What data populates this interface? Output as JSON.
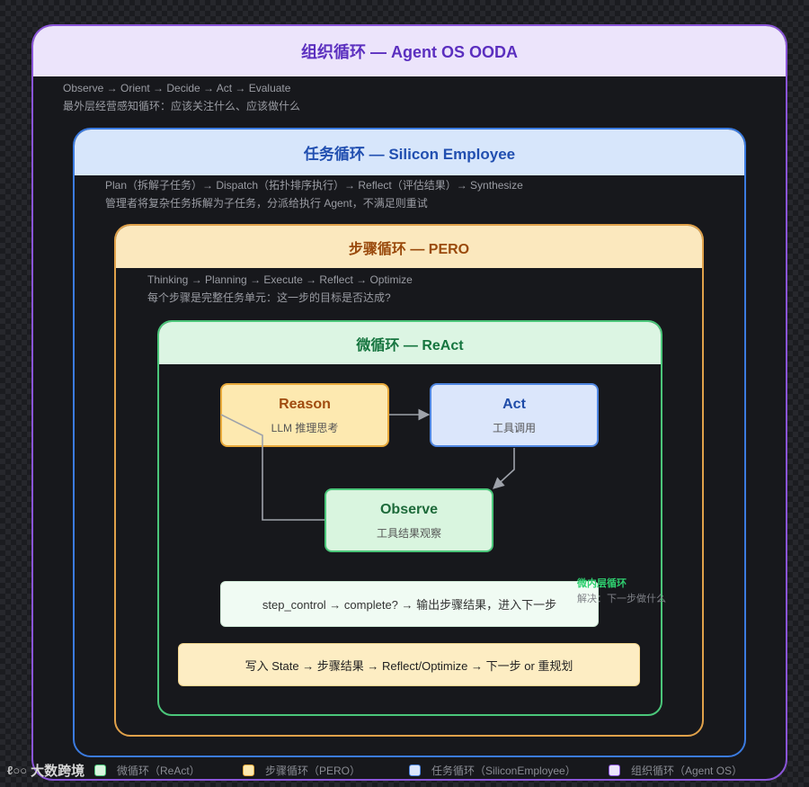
{
  "ooda": {
    "title": "组织循环 — Agent OS OODA",
    "line1": "Observe → Orient → Decide → Act → Evaluate",
    "line2": "最外层经营感知循环：应该关注什么、应该做什么"
  },
  "silicon": {
    "title": "任务循环 — Silicon Employee",
    "line1": "Plan（拆解子任务）→ Dispatch（拓扑排序执行）→ Reflect（评估结果）→ Synthesize",
    "line2": "管理者将复杂任务拆解为子任务，分派给执行 Agent，不满足则重试"
  },
  "pero": {
    "title": "步骤循环 — PERO",
    "line1": "Thinking → Planning → Execute → Reflect → Optimize",
    "line2": "每个步骤是完整任务单元：这一步的目标是否达成?"
  },
  "react": {
    "title": "微循环 — ReAct",
    "nodes": {
      "reason": {
        "title": "Reason",
        "subtitle": "LLM 推理思考"
      },
      "act": {
        "title": "Act",
        "subtitle": "工具调用"
      },
      "observe": {
        "title": "Observe",
        "subtitle": "工具结果观察"
      }
    },
    "step_control": "step_control → complete? → 输出步骤结果，进入下一步",
    "side_note": {
      "title": "微内层循环",
      "text": "解决：下一步做什么"
    }
  },
  "state_bar": "写入 State → 步骤结果 → Reflect/Optimize → 下一步 or 重规划",
  "legend": [
    {
      "label": "微循环（ReAct）",
      "color": "#d9f5df",
      "border": "#4bc67a"
    },
    {
      "label": "步骤循环（PERO）",
      "color": "#fde9b0",
      "border": "#e8a93a"
    },
    {
      "label": "任务循环（SiliconEmployee）",
      "color": "#dbe6fb",
      "border": "#4f86e0"
    },
    {
      "label": "组织循环（Agent OS）",
      "color": "#ece4fb",
      "border": "#8a55d8"
    }
  ],
  "watermark": {
    "logo": "ℓ○○",
    "text": "大数跨境"
  }
}
